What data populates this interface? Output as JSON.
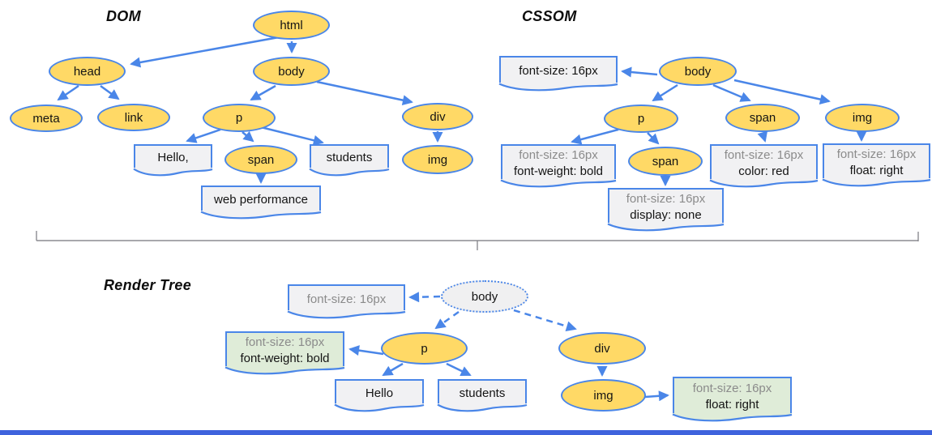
{
  "colors": {
    "node_fill": "#ffd966",
    "node_border": "#4a86e8",
    "arrow": "#4a86e8",
    "box_fill": "#f1f1f3",
    "green_box_fill": "#dfecd8",
    "gray_text": "#8b8b8b",
    "divider": "#808085",
    "bottom_bar": "#3e63dd"
  },
  "dom": {
    "title": "DOM",
    "html": "html",
    "head": "head",
    "body": "body",
    "meta": "meta",
    "link": "link",
    "p": "p",
    "div": "div",
    "span": "span",
    "img": "img",
    "text_hello": "Hello,",
    "text_students": "students",
    "text_webperf": "web performance"
  },
  "cssom": {
    "title": "CSSOM",
    "body": "body",
    "p": "p",
    "span_body": "span",
    "span_p": "span",
    "img": "img",
    "rule_body": "font-size: 16px",
    "rule_p_l1": "font-size: 16px",
    "rule_p_l2": "font-weight: bold",
    "rule_span_body_l1": "font-size: 16px",
    "rule_span_body_l2": "color: red",
    "rule_img_l1": "font-size: 16px",
    "rule_img_l2": "float: right",
    "rule_span_p_l1": "font-size: 16px",
    "rule_span_p_l2": "display: none"
  },
  "render_tree": {
    "title": "Render Tree",
    "body": "body",
    "p": "p",
    "div": "div",
    "img": "img",
    "rule_body": "font-size: 16px",
    "rule_p_l1": "font-size: 16px",
    "rule_p_l2": "font-weight: bold",
    "rule_img_l1": "font-size: 16px",
    "rule_img_l2": "float: right",
    "text_hello": "Hello",
    "text_students": "students"
  }
}
